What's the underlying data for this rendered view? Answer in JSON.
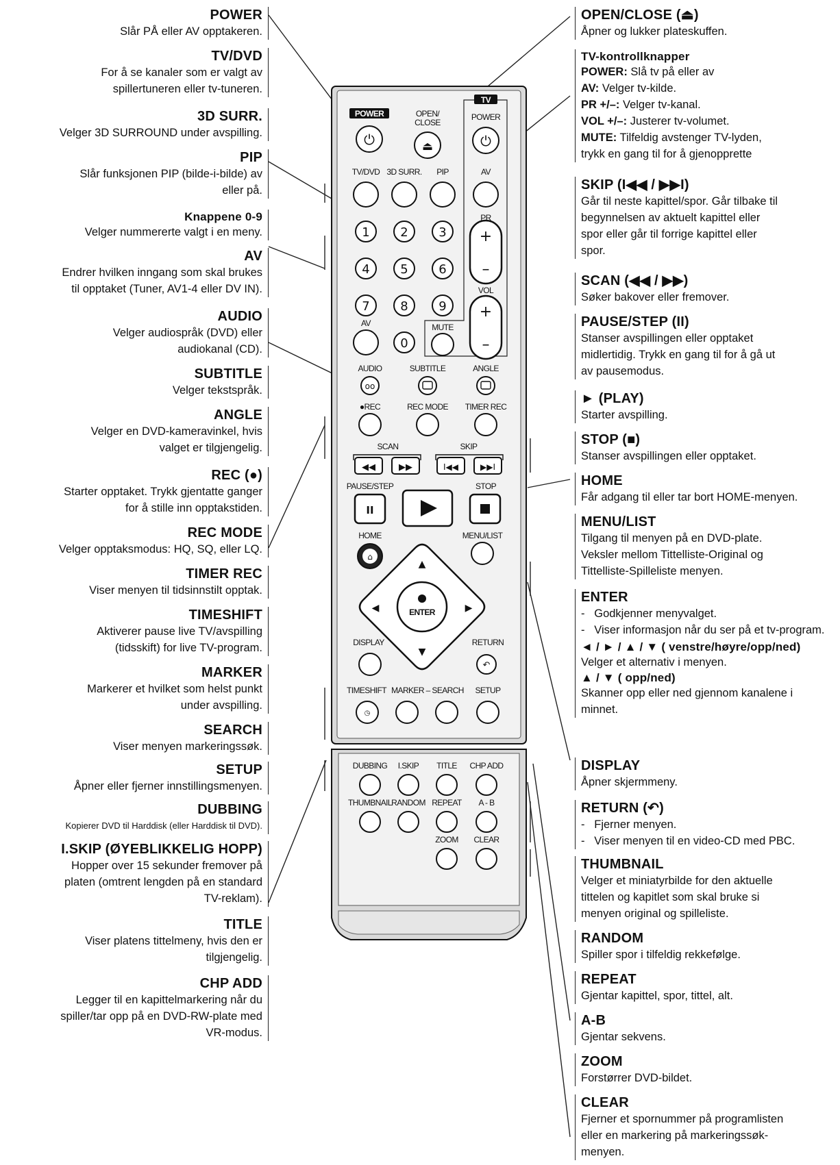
{
  "left_entries": [
    {
      "title": "POWER",
      "lines": [
        "Slår PÅ eller AV opptakeren."
      ]
    },
    {
      "title": "TV/DVD",
      "lines": [
        "For å se kanaler som er valgt av",
        "spillertuneren eller tv-tuneren."
      ]
    },
    {
      "title": "3D SURR.",
      "lines": [
        "Velger 3D SURROUND under avspilling."
      ]
    },
    {
      "title": "PIP",
      "lines": [
        "Slår funksjonen PIP (bilde-i-bilde) av",
        "eller på."
      ]
    },
    {
      "title": "Knappene 0-9",
      "lines": [
        "Velger nummererte valgt i en meny."
      ]
    },
    {
      "title": "AV",
      "lines": [
        "Endrer hvilken inngang som skal brukes",
        "til opptaket (Tuner, AV1-4 eller DV IN)."
      ]
    },
    {
      "title": "AUDIO",
      "lines": [
        "Velger audiospråk (DVD) eller",
        "audiokanal (CD)."
      ]
    },
    {
      "title": "SUBTITLE",
      "lines": [
        "Velger tekstspråk."
      ]
    },
    {
      "title": "ANGLE",
      "lines": [
        "Velger en DVD-kameravinkel, hvis",
        "valget er tilgjengelig."
      ]
    },
    {
      "title": "REC (●)",
      "lines": [
        "Starter opptaket. Trykk gjentatte ganger",
        "for å stille inn opptakstiden."
      ]
    },
    {
      "title": "REC MODE",
      "lines": [
        "Velger opptaksmodus: HQ, SQ, eller LQ."
      ]
    },
    {
      "title": "TIMER REC",
      "lines": [
        "Viser menyen til tidsinnstilt opptak."
      ]
    },
    {
      "title": "TIMESHIFT",
      "lines": [
        "Aktiverer pause live TV/avspilling",
        "(tidsskift) for live TV-program."
      ]
    },
    {
      "title": "MARKER",
      "lines": [
        "Markerer et hvilket som helst punkt",
        "under avspilling."
      ]
    },
    {
      "title": "SEARCH",
      "lines": [
        "Viser menyen markeringssøk."
      ]
    },
    {
      "title": "SETUP",
      "lines": [
        "Åpner eller fjerner innstillingsmenyen."
      ]
    },
    {
      "title": "DUBBING",
      "lines": [
        "Kopierer DVD til Harddisk (eller Harddisk til DVD)."
      ]
    },
    {
      "title": "I.SKIP (ØYEBLIKKELIG HOPP)",
      "lines": [
        "Hopper over 15 sekunder fremover på",
        "platen (omtrent lengden på en standard",
        "TV-reklam)."
      ]
    },
    {
      "title": "TITLE",
      "lines": [
        "Viser platens tittelmeny, hvis den er",
        "tilgjengelig."
      ]
    },
    {
      "title": "CHP ADD",
      "lines": [
        "Legger til en kapittelmarkering når du",
        "spiller/tar opp på en DVD-RW-plate med",
        "VR-modus."
      ]
    }
  ],
  "right_entries": [
    {
      "title": "OPEN/CLOSE (⏏)",
      "lines": [
        "Åpner og lukker plateskuffen."
      ]
    },
    {
      "title": "TV-kontrollknapper",
      "tv": [
        {
          "k": "POWER:",
          "v": " Slå tv på eller av"
        },
        {
          "k": "AV:",
          "v": " Velger tv-kilde."
        },
        {
          "k": "PR +/–:",
          "v": " Velger tv-kanal."
        },
        {
          "k": "VOL +/–:",
          "v": " Justerer tv-volumet."
        },
        {
          "k": "MUTE:",
          "v": " Tilfeldig avstenger TV-lyden,"
        },
        {
          "k": "",
          "v": "trykk en gang til for å gjenopprette"
        }
      ]
    },
    {
      "title": "SKIP (I◀◀ / ▶▶I)",
      "lines": [
        "Går til neste kapittel/spor. Går tilbake til",
        "begynnelsen av aktuelt kapittel eller",
        "spor eller går til forrige kapittel eller",
        "spor."
      ]
    },
    {
      "title": "SCAN (◀◀ / ▶▶)",
      "lines": [
        "Søker bakover eller fremover."
      ]
    },
    {
      "title": "PAUSE/STEP (II)",
      "lines": [
        "Stanser avspillingen eller opptaket",
        "midlertidig. Trykk en gang til for å gå ut",
        "av pausemodus."
      ]
    },
    {
      "title": "► (PLAY)",
      "lines": [
        "Starter avspilling."
      ]
    },
    {
      "title": "STOP (■)",
      "lines": [
        "Stanser avspillingen eller opptaket."
      ]
    },
    {
      "title": "HOME",
      "lines": [
        "Får adgang til eller tar bort HOME-menyen."
      ]
    },
    {
      "title": "MENU/LIST",
      "lines": [
        "Tilgang til menyen på en DVD-plate.",
        "Veksler mellom Tittelliste-Original og",
        "Tittelliste-Spilleliste menyen."
      ]
    },
    {
      "title": "ENTER",
      "dash": [
        "Godkjenner menyvalget.",
        "Viser informasjon når du ser på et tv-program."
      ],
      "sub": [
        {
          "t": "◄ / ► / ▲ / ▼ ( venstre/høyre/opp/ned)",
          "d": "Velger et alternativ i menyen."
        },
        {
          "t": "▲ / ▼ ( opp/ned)",
          "d": "Skanner opp eller ned gjennom kanalene i minnet."
        }
      ]
    },
    {
      "title": "DISPLAY",
      "lines": [
        "Åpner skjermmeny."
      ]
    },
    {
      "title": "RETURN (↶)",
      "dash": [
        "Fjerner menyen.",
        "Viser menyen til en video-CD med PBC."
      ]
    },
    {
      "title": "THUMBNAIL",
      "lines": [
        "Velger et miniatyrbilde for den aktuelle",
        "tittelen og kapitlet som skal bruke si",
        "menyen original og spilleliste."
      ]
    },
    {
      "title": "RANDOM",
      "lines": [
        "Spiller spor i tilfeldig rekkefølge."
      ]
    },
    {
      "title": "REPEAT",
      "lines": [
        "Gjentar kapittel, spor, tittel, alt."
      ]
    },
    {
      "title": "A-B",
      "lines": [
        "Gjentar sekvens."
      ]
    },
    {
      "title": "ZOOM",
      "lines": [
        "Forstørrer DVD-bildet."
      ]
    },
    {
      "title": "CLEAR",
      "lines": [
        "Fjerner et spornummer på programlisten",
        "eller en markering på markeringssøk-",
        "menyen."
      ]
    }
  ],
  "remote": {
    "power": "POWER",
    "open_close_1": "OPEN/",
    "open_close_2": "CLOSE",
    "tv": "TV",
    "tv_power": "POWER",
    "tvdvd": "TV/DVD",
    "surr": "3D SURR.",
    "pip": "PIP",
    "av_tv": "AV",
    "pr": "PR",
    "vol": "VOL",
    "av": "AV",
    "mute": "MUTE",
    "digits": [
      "1",
      "2",
      "3",
      "4",
      "5",
      "6",
      "7",
      "8",
      "9",
      "0"
    ],
    "audio": "AUDIO",
    "subtitle": "SUBTITLE",
    "angle": "ANGLE",
    "rec": "●REC",
    "rec_mode": "REC MODE",
    "timer_rec": "TIMER REC",
    "scan": "SCAN",
    "skip": "SKIP",
    "pause_step": "PAUSE/STEP",
    "stop": "STOP",
    "home": "HOME",
    "menu_list": "MENU/LIST",
    "enter": "ENTER",
    "display": "DISPLAY",
    "return": "RETURN",
    "timeshift": "TIMESHIFT",
    "marker_search": "MARKER – SEARCH",
    "setup": "SETUP",
    "dubbing": "DUBBING",
    "iskip": "I.SKIP",
    "title": "TITLE",
    "chp_add": "CHP ADD",
    "thumbnail": "THUMBNAIL",
    "random": "RANDOM",
    "repeat": "REPEAT",
    "ab": "A - B",
    "zoom": "ZOOM",
    "clear": "CLEAR"
  }
}
